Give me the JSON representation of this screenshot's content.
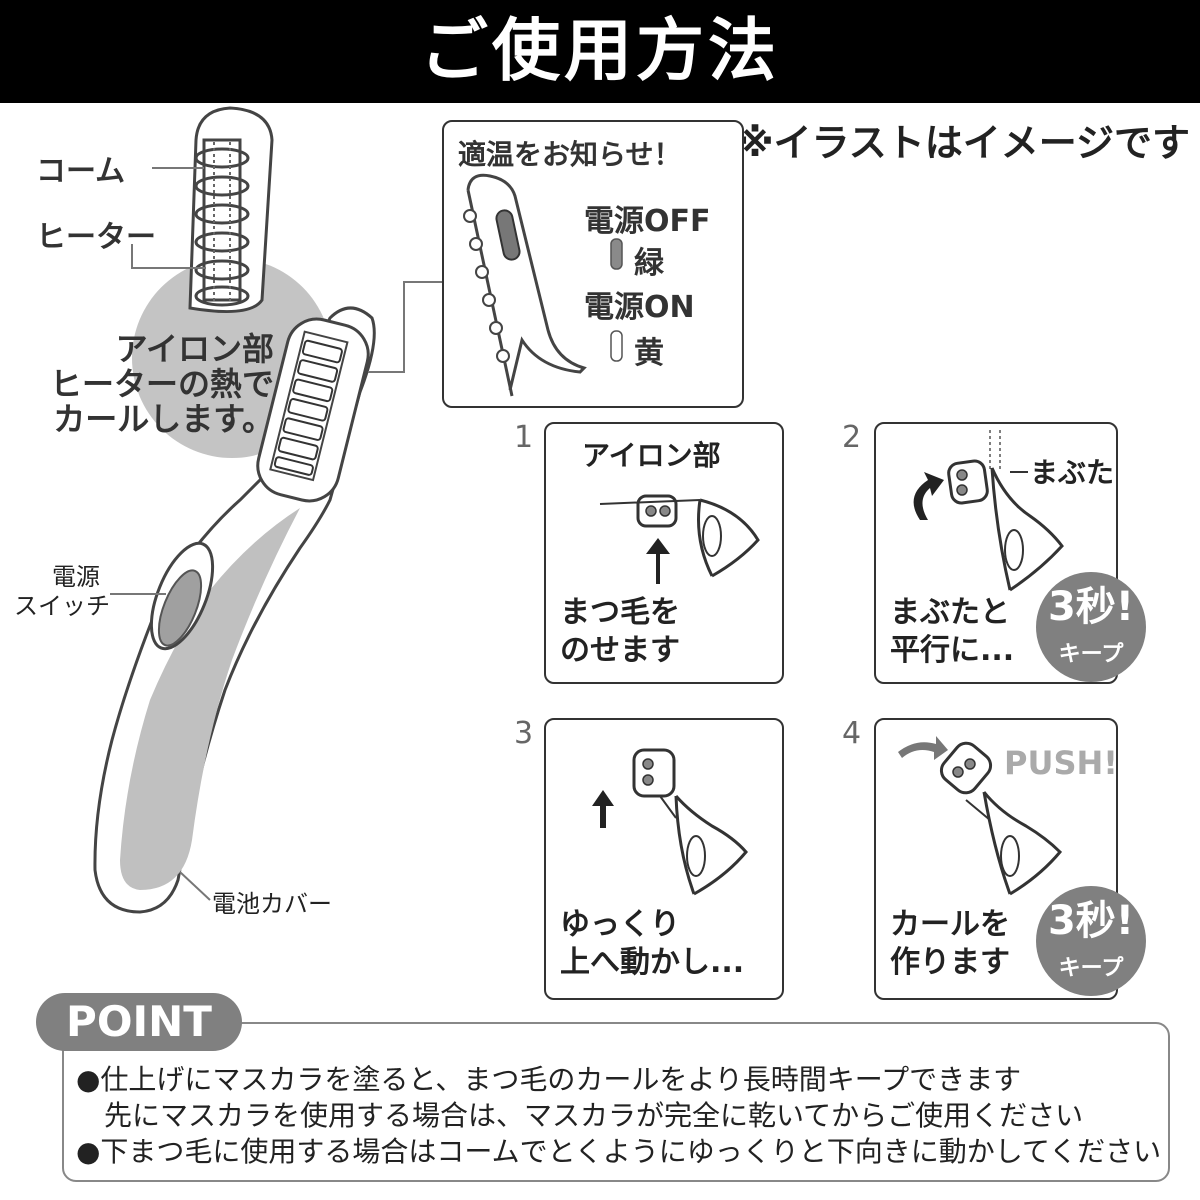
{
  "title": "ご使用方法",
  "note": "※イラストはイメージです",
  "device_labels": {
    "comb": "コーム",
    "heater": "ヒーター",
    "iron": [
      "アイロン部",
      "ヒーターの熱で",
      "カールします。"
    ],
    "power_switch": [
      "電源",
      "スイッチ"
    ],
    "battery_cover": "電池カバー"
  },
  "indicator": {
    "heading": "適温をお知らせ！",
    "off_label": "電源OFF",
    "off_color": "緑",
    "on_label": "電源ON",
    "on_color": "黄"
  },
  "steps": [
    {
      "number": "1",
      "top_label": "アイロン部",
      "text": [
        "まつ毛を",
        "のせます"
      ]
    },
    {
      "number": "2",
      "top_label": "まぶた",
      "text": [
        "まぶたと",
        "平行に..."
      ],
      "badge": {
        "big": "3秒!",
        "small": "キープ"
      }
    },
    {
      "number": "3",
      "text": [
        "ゆっくり",
        "上へ動かし..."
      ]
    },
    {
      "number": "4",
      "top_label": "PUSH!",
      "text": [
        "カールを",
        "作ります"
      ],
      "badge": {
        "big": "3秒!",
        "small": "キープ"
      }
    }
  ],
  "point": {
    "label": "POINT",
    "lines": [
      "●仕上げにマスカラを塗ると、まつ毛のカールをより長時間キープできます",
      "先にマスカラを使用する場合は、マスカラが完全に乾いてからご使用ください",
      "●下まつ毛に使用する場合はコームでとくようにゆっくりと下向きに動かしてください"
    ]
  },
  "colors": {
    "header_bg": "#000000",
    "accent_gray": "#808080",
    "circle_gray": "#c4c4c4"
  }
}
